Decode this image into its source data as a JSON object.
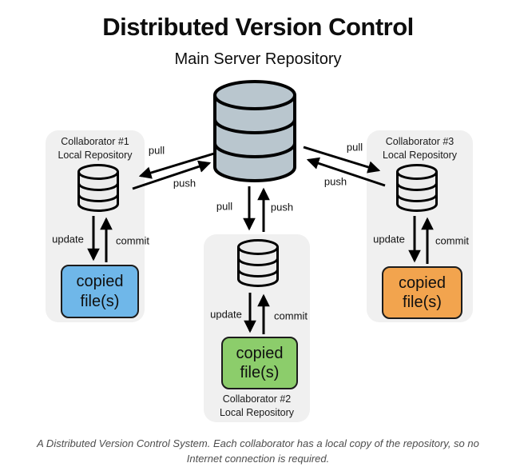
{
  "title": "Distributed Version Control",
  "subtitle": "Main Server Repository",
  "footer": "A Distributed Version Control System. Each collaborator has a local copy of the repository, so no Internet connection is required.",
  "labels": {
    "pull": "pull",
    "push": "push",
    "update": "update",
    "commit": "commit",
    "copied_line1": "copied",
    "copied_line2": "file(s)"
  },
  "collaborators": [
    {
      "line1": "Collaborator #1",
      "line2": "Local Repository",
      "box_color": "#6fb7e9"
    },
    {
      "line1": "Collaborator #2",
      "line2": "Local Repository",
      "box_color": "#8ccd6b"
    },
    {
      "line1": "Collaborator #3",
      "line2": "Local Repository",
      "box_color": "#f2a44e"
    }
  ],
  "colors": {
    "main_cylinder": "#b9c6ce",
    "local_cylinder": "#ececec",
    "panel_background": "#f0f0f0",
    "arrow": "#000000",
    "footer_text": "#4d4d4d"
  }
}
